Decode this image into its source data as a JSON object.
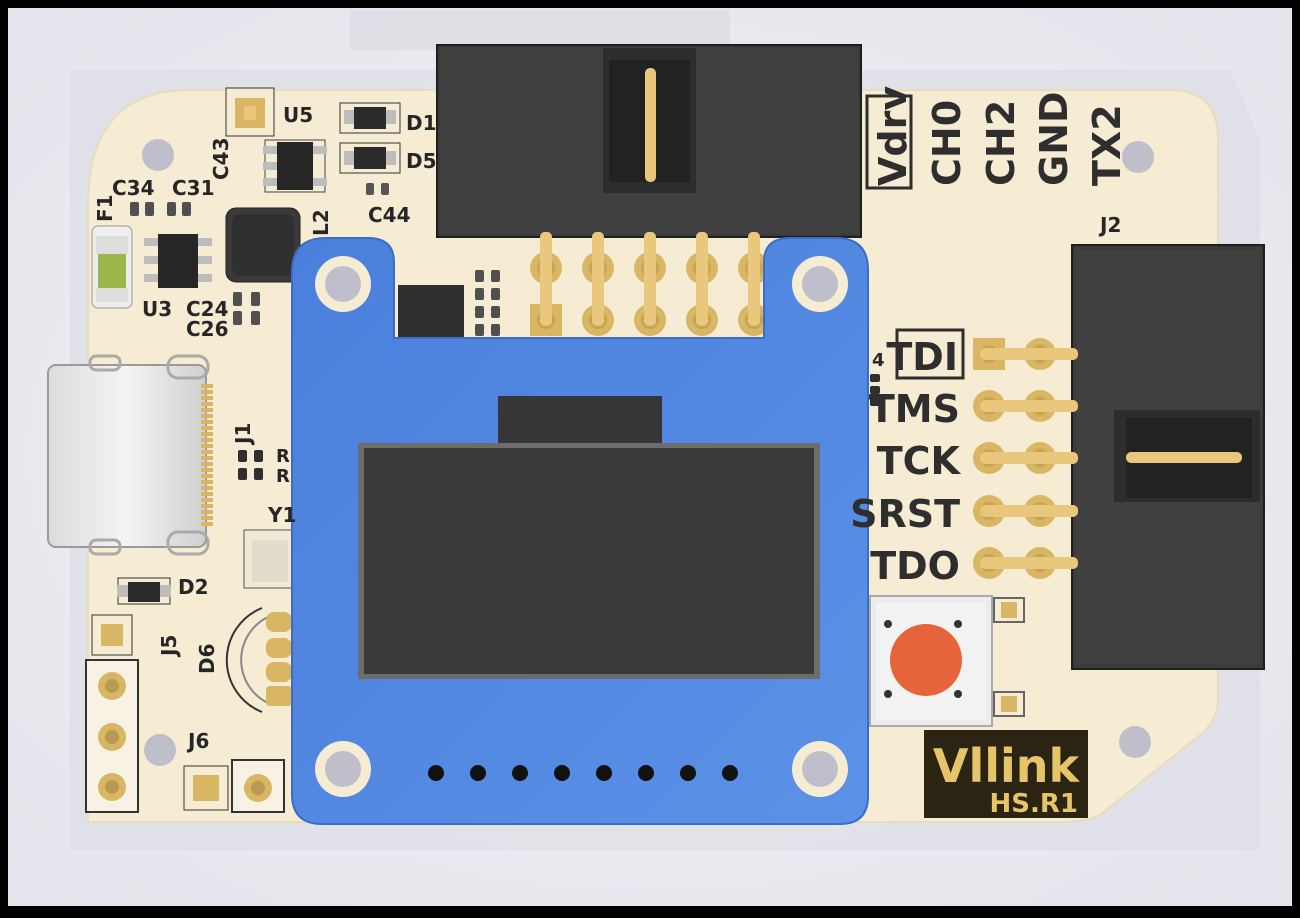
{
  "board": {
    "silkscreen": {
      "u5": "U5",
      "d1": "D1",
      "d5": "D5",
      "c43": "C43",
      "c44": "C44",
      "c34": "C34",
      "c31": "C31",
      "f1": "F1",
      "u3": "U3",
      "c24": "C24",
      "c26": "C26",
      "l2": "L2",
      "j1": "J1",
      "r_a": "R",
      "r_b": "R",
      "y1": "Y1",
      "d2": "D2",
      "j5": "J5",
      "d6": "D6",
      "j6": "J6",
      "j2": "J2",
      "r_right": "4"
    },
    "top_header_labels": [
      "Vdrv",
      "CH0",
      "CH2",
      "GND",
      "TX2"
    ],
    "jtag_labels": [
      "TDI",
      "TMS",
      "TCK",
      "SRST",
      "TDO"
    ],
    "logo": {
      "name": "Vllink",
      "revision": "HS.R1"
    }
  },
  "colors": {
    "backdrop": "#ececf3",
    "pcb": "#f5ecd3",
    "header": "#3d3d3d",
    "display_board": "#4f86e0",
    "display_panel": "#383838",
    "gold": "#e9c77c",
    "button": "#e5643a",
    "logo_bg": "#2b2413",
    "logo_text": "#e6c56a"
  },
  "icons": [
    "usb-c-connector",
    "oled-display-module",
    "tactile-button",
    "pin-header"
  ]
}
